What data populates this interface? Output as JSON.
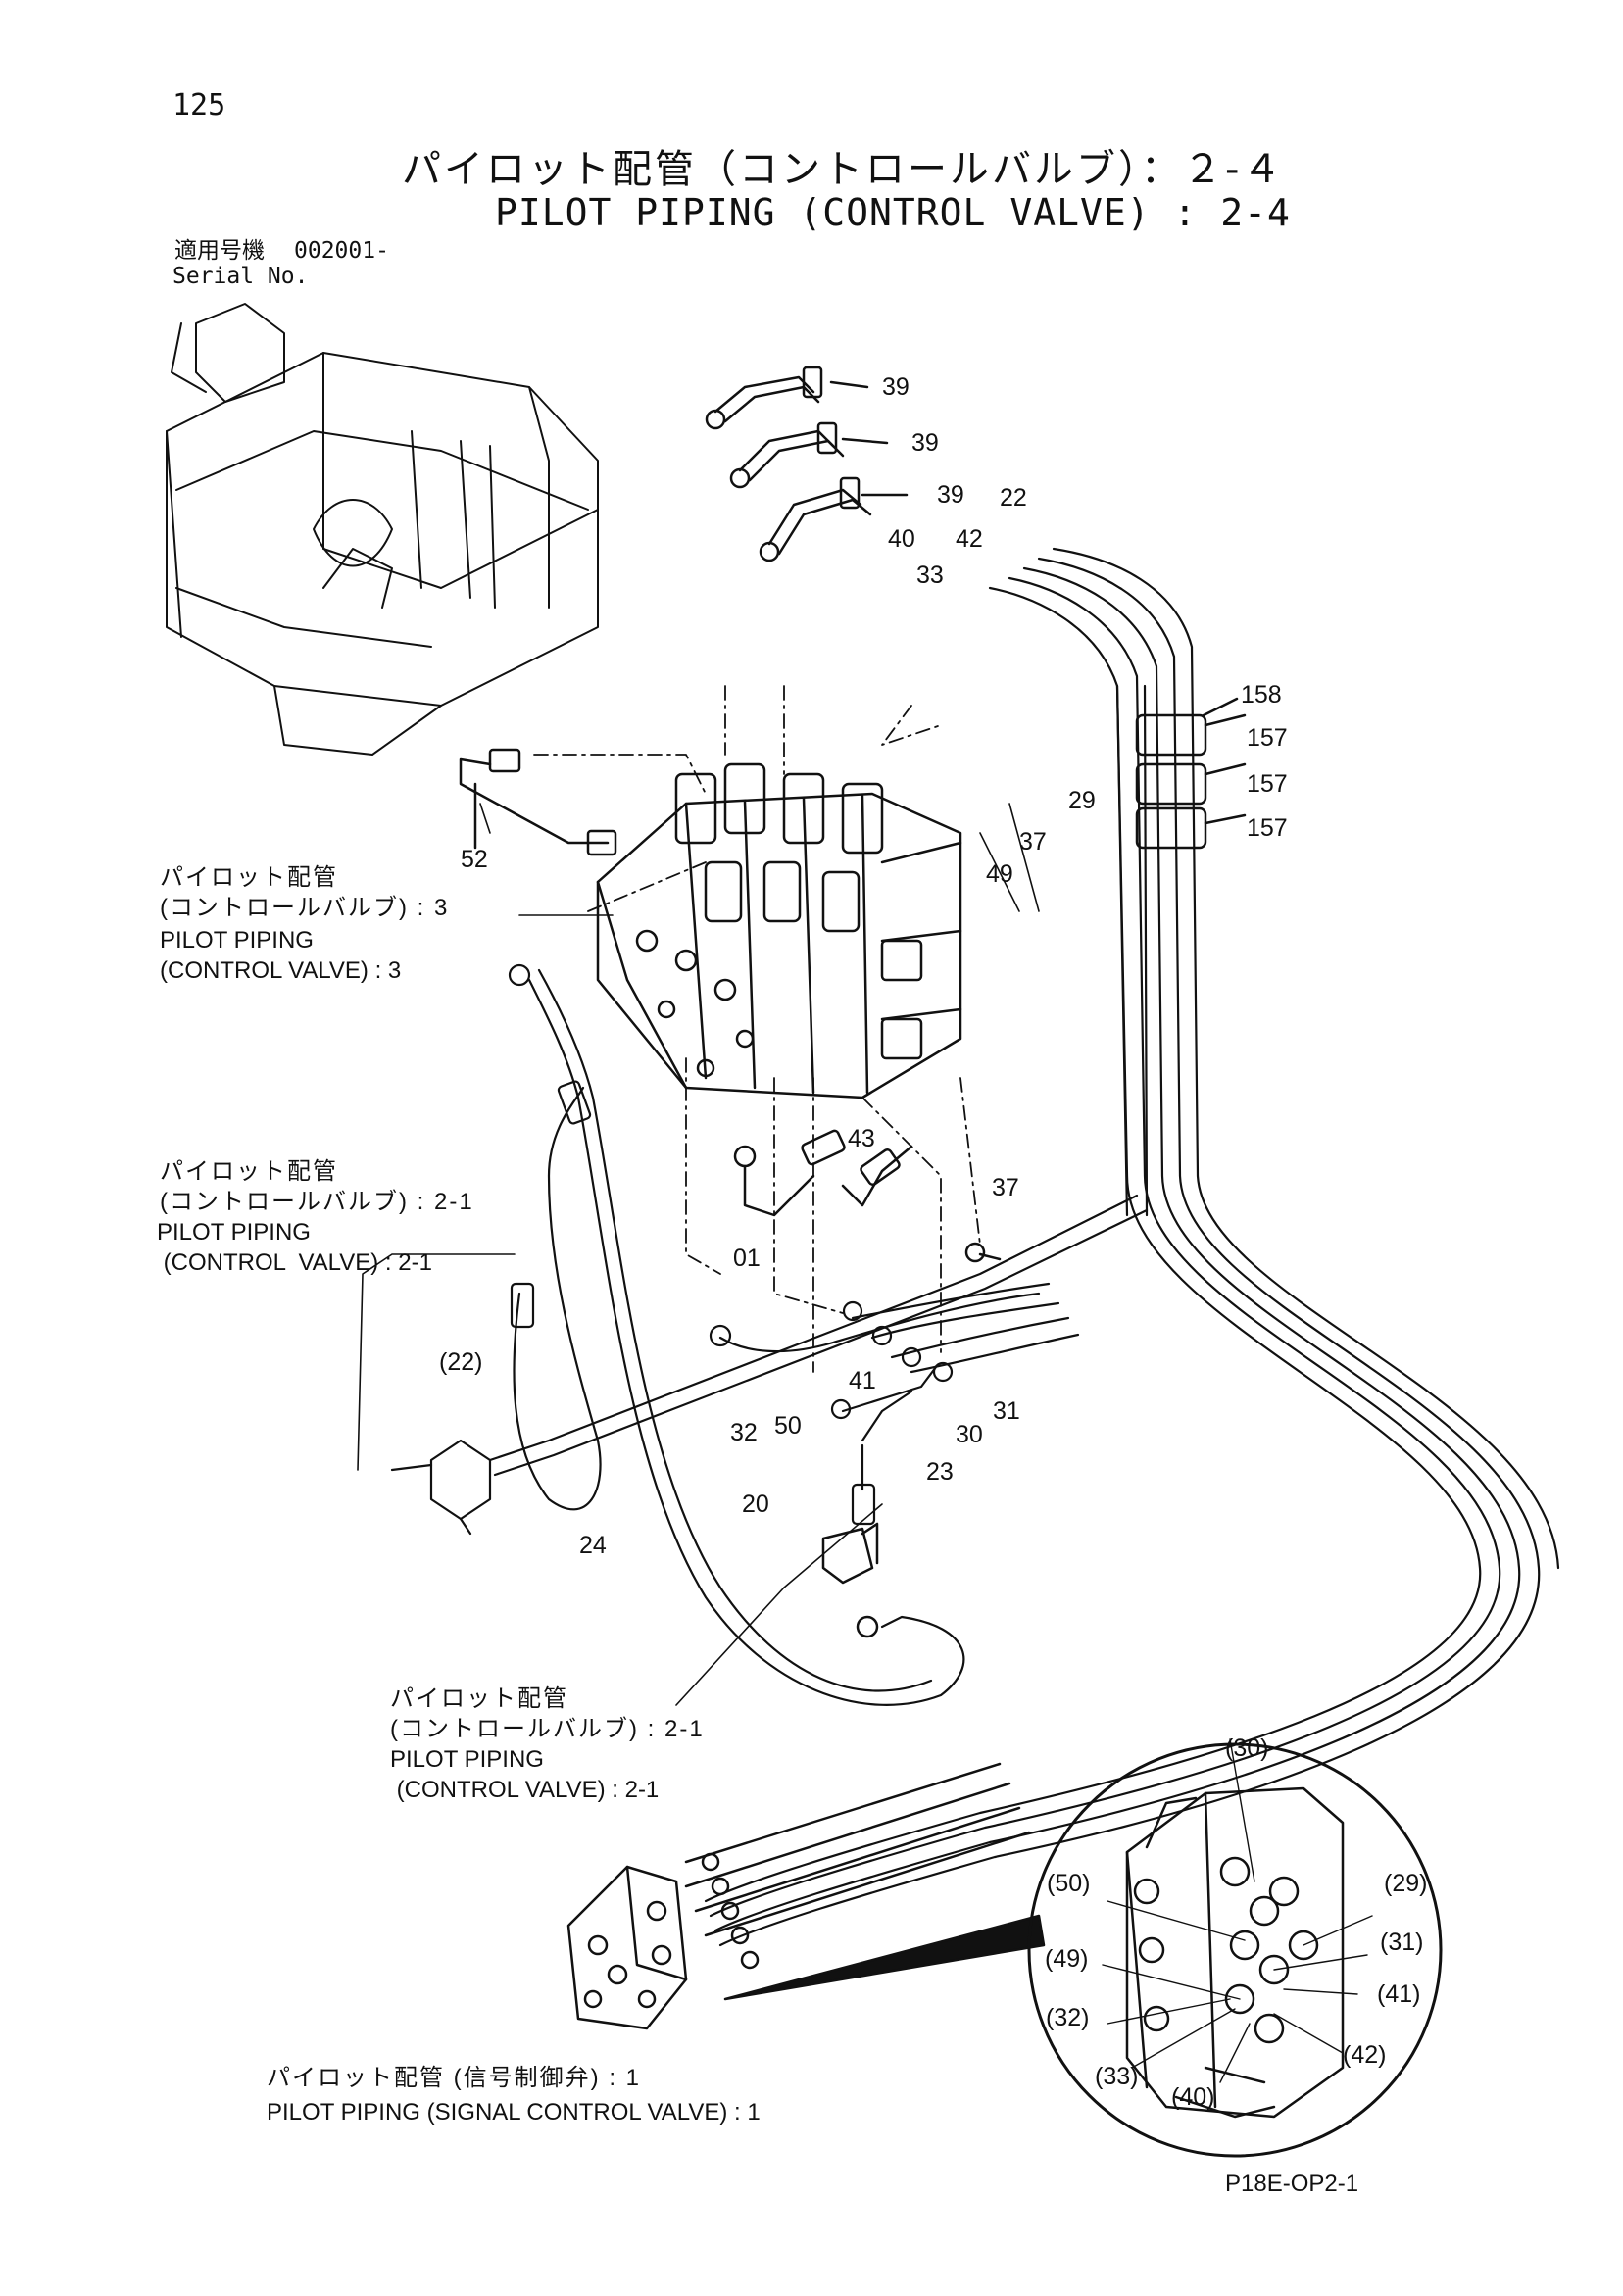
{
  "page_number": "125",
  "title": {
    "jp": "パイロット配管（コントロールバルブ）：２-４",
    "en": "PILOT PIPING (CONTROL VALVE) : 2-4"
  },
  "serial": {
    "label_jp": "適用号機",
    "value": "002001-",
    "label_en": "Serial No."
  },
  "cross_refs": {
    "cv3": {
      "jp": "パイロット配管\n(コントロールバルブ) : 3",
      "en": "PILOT PIPING\n(CONTROL VALVE) : 3"
    },
    "cv21_a": {
      "jp": "パイロット配管\n(コントロールバルブ) : 2-1",
      "en": "PILOT PIPING\n (CONTROL  VALVE) : 2-1"
    },
    "cv21_b": {
      "jp": "パイロット配管\n(コントロールバルブ) : 2-1",
      "en": "PILOT PIPING\n (CONTROL VALVE) : 2-1"
    },
    "scv1": {
      "jp": "パイロット配管 (信号制御弁) : 1",
      "en": "PILOT PIPING (SIGNAL CONTROL VALVE) : 1"
    }
  },
  "callouts": {
    "c39_1": "39",
    "c39_2": "39",
    "c39_3": "39",
    "c40": "40",
    "c42": "42",
    "c22": "22",
    "c33": "33",
    "c158": "158",
    "c157_1": "157",
    "c157_2": "157",
    "c157_3": "157",
    "c29": "29",
    "c37_1": "37",
    "c49": "49",
    "c52": "52",
    "c43": "43",
    "c37_2": "37",
    "c01": "01",
    "c22p": "(22)",
    "c41": "41",
    "c50": "50",
    "c32": "32",
    "c30": "30",
    "c31": "31",
    "c23": "23",
    "c20": "20",
    "c24": "24"
  },
  "detail_callouts": {
    "d30": "(30)",
    "d50": "(50)",
    "d29": "(29)",
    "d31": "(31)",
    "d49": "(49)",
    "d41": "(41)",
    "d32": "(32)",
    "d42": "(42)",
    "d33": "(33)",
    "d40": "(40)"
  },
  "drawing_code": "P18E-OP2-1"
}
